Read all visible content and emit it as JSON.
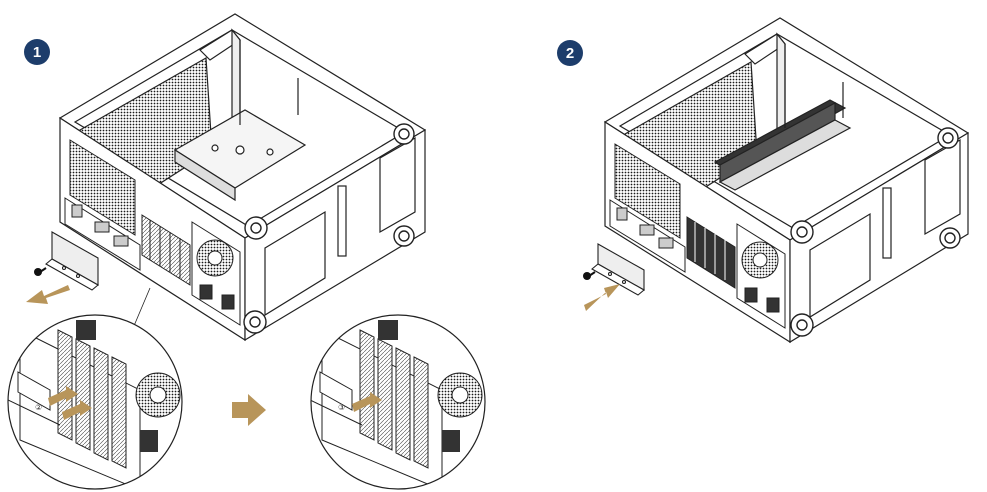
{
  "steps": [
    {
      "number": "1",
      "arrow": "remove"
    },
    {
      "number": "2",
      "arrow": "insert"
    }
  ],
  "detail_callouts": [
    {
      "marker": "②"
    },
    {
      "marker": "③"
    }
  ],
  "colors": {
    "badge": "#1d3d6b",
    "arrow": "#b8955a",
    "line": "#222222",
    "mesh": "#1a1a1a"
  }
}
